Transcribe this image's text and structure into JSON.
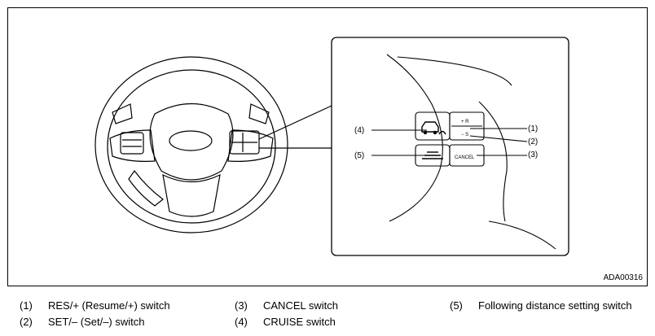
{
  "figure": {
    "code": "ADA00316",
    "callouts": [
      "(1)",
      "(2)",
      "(3)",
      "(4)",
      "(5)"
    ],
    "switch_labels": {
      "cancel": "CANCEL",
      "res": "+ R",
      "set": "− S"
    }
  },
  "legend": [
    {
      "num": "(1)",
      "text": "RES/+ (Resume/+) switch"
    },
    {
      "num": "(2)",
      "text": "SET/– (Set/–) switch"
    },
    {
      "num": "(3)",
      "text": "CANCEL switch"
    },
    {
      "num": "(4)",
      "text": "CRUISE switch"
    },
    {
      "num": "(5)",
      "text": "Following distance setting switch"
    }
  ]
}
